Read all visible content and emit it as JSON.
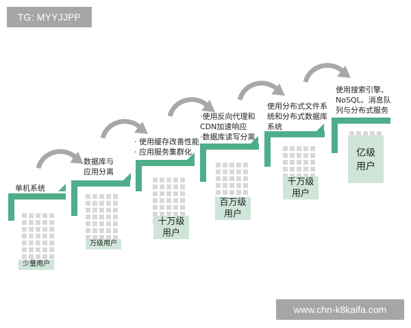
{
  "tag": "TG: MYYJJPP",
  "watermark": "www.chn-k8kaifa.com",
  "colors": {
    "accent": "#4eae8a",
    "label_bg": "#cfe5d9",
    "grid_cell": "#d8d8d8",
    "arrow": "#a8a8a8"
  },
  "stages": [
    {
      "caption": "单机系统",
      "label": "少量用户"
    },
    {
      "caption": "数据库与\n应用分离",
      "label": "万级用户"
    },
    {
      "caption": "· 使用缓存改善性能\n· 应用服务集群化",
      "label": "十万级\n用户"
    },
    {
      "caption": "·使用反向代理和\nCDN加速响应\n·数据库读写分离",
      "label": "百万级\n用户"
    },
    {
      "caption": "使用分布式文件系\n统和分布式数据库\n系统",
      "label": "千万级\n用户"
    },
    {
      "caption": "使用搜索引擎、\nNoSQL、消息队\n列与分布式服务",
      "label": "亿级\n用户"
    }
  ]
}
